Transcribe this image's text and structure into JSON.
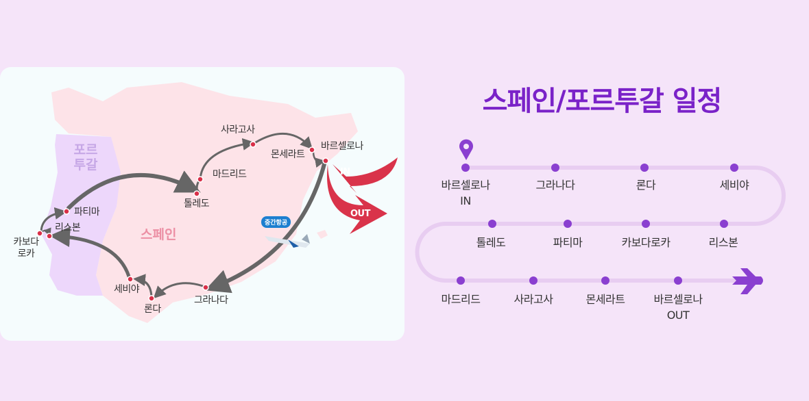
{
  "map": {
    "countries": {
      "portugal_line1": "포르",
      "portugal_line2": "투갈",
      "spain": "스페인"
    },
    "cities": {
      "barcelona": "바르셀로나",
      "montserrat": "몬세라트",
      "zaragoza": "사라고사",
      "madrid": "마드리드",
      "toledo": "톨레도",
      "fatima": "파티마",
      "lisbon": "리스본",
      "cabo_line1": "카보다",
      "cabo_line2": "로카",
      "seville": "세비야",
      "ronda": "론다",
      "granada": "그라나다"
    },
    "in_label": "IN",
    "out_label": "OUT",
    "flight_badge": "중간항공",
    "colors": {
      "spain": "#fde3e8",
      "portugal": "#edd7fb",
      "dot": "#d93049",
      "arrow": "#666666",
      "inout": "#d9334a"
    }
  },
  "itinerary": {
    "title": "스페인/포르투갈 일정",
    "accent": "#7a22c8",
    "rows": [
      [
        {
          "name": "바르셀로나",
          "sub": "IN"
        },
        {
          "name": "그라나다"
        },
        {
          "name": "론다"
        },
        {
          "name": "세비야"
        }
      ],
      [
        {
          "name": "톨레도"
        },
        {
          "name": "파티마"
        },
        {
          "name": "카보다로카"
        },
        {
          "name": "리스본"
        }
      ],
      [
        {
          "name": "마드리드"
        },
        {
          "name": "사라고사"
        },
        {
          "name": "몬세라트"
        },
        {
          "name": "바르셀로나",
          "sub": "OUT"
        }
      ]
    ]
  }
}
